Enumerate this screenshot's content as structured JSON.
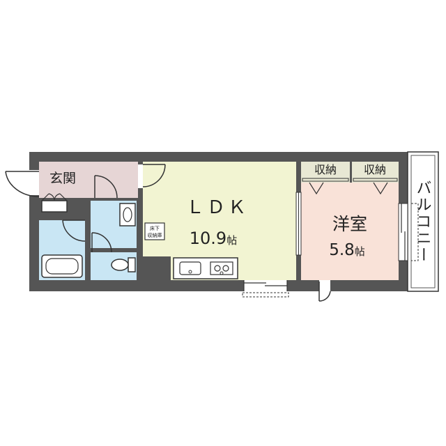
{
  "rooms": {
    "genkan": {
      "label": "玄関",
      "color": "#e6d5d5"
    },
    "ldk": {
      "label": "ＬＤＫ",
      "size_number": "10.9",
      "size_unit": "帖",
      "color": "#f2f4d2"
    },
    "western": {
      "label": "洋室",
      "size_number": "5.8",
      "size_unit": "帖",
      "color": "#f9e2d8"
    },
    "wet_area": {
      "color": "#c9e6f4"
    },
    "balcony": {
      "label": "バルコニー"
    }
  },
  "storage": {
    "left_label": "収納",
    "right_label": "収納",
    "color": "#e8e8d4"
  },
  "underfloor_storage": {
    "line1": "床下",
    "line2": "収納庫"
  },
  "colors": {
    "wall": "#555555",
    "outline": "#333333"
  }
}
